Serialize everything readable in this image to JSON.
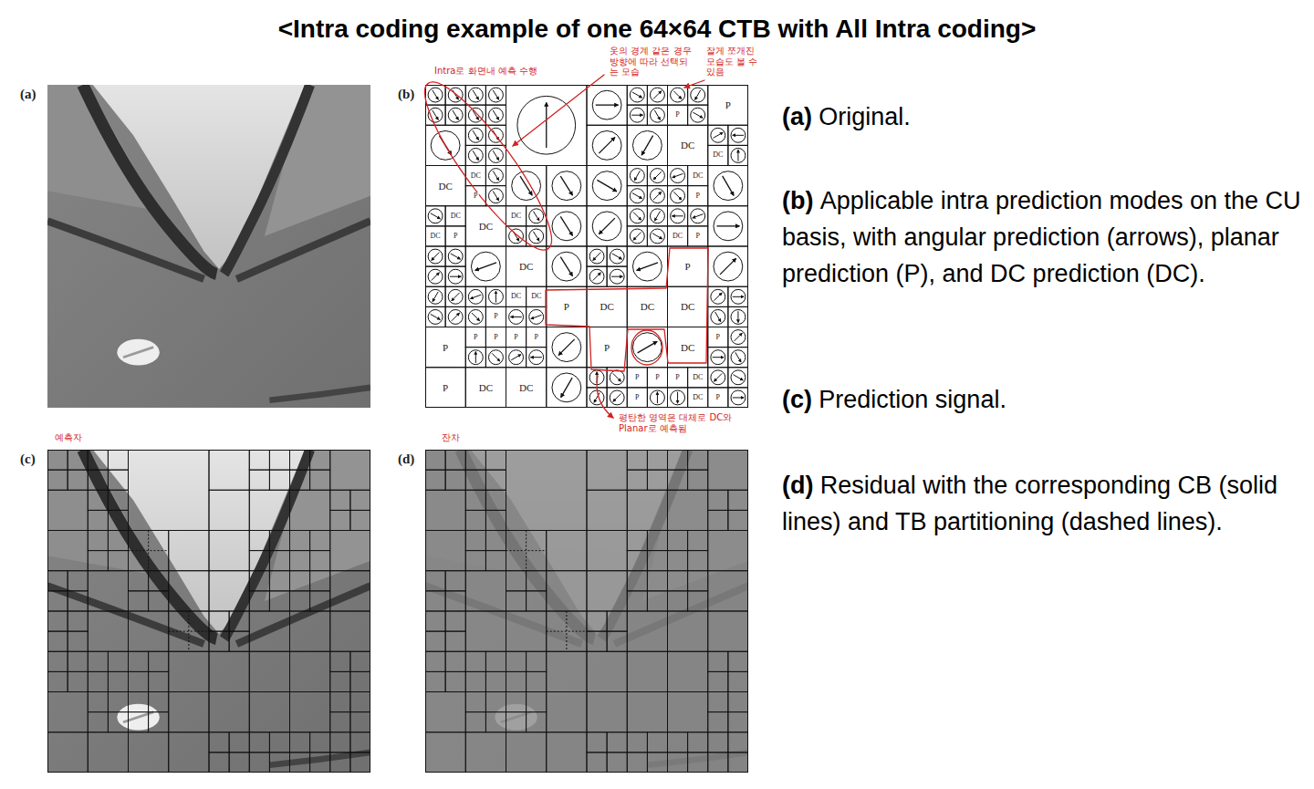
{
  "diagram": {
    "title": "<Intra coding example of one 64×64 CTB with All Intra coding>",
    "labels": [
      "(a)",
      "(b)",
      "(c)",
      "(d)",
      "Intra로 화면내 예측 수행",
      "옷의 경계 같은 경우 방향에 따라 선택되는 모습",
      "잘게 쪼개진 모습도 볼 수 있음",
      "평탄한 영역은 대체로 DC와 Planar로 예측됨",
      "예측자",
      "잔차",
      "(a)",
      "Original.",
      "(b)",
      "Applicable intra prediction modes on the CU basis, with angular prediction (arrows), planar prediction (P), and DC prediction (DC).",
      "(c)",
      "Prediction signal.",
      "(d)",
      "Residual with the corresponding CB (solid lines) and TB partitioning (dashed lines).",
      "P",
      "P",
      "DC",
      "DC",
      "DC",
      "DC",
      "P",
      "DC",
      "P",
      "DC",
      "DC",
      "P",
      "DC",
      "DC",
      "DC",
      "P",
      "DC",
      "P",
      "P",
      "DC",
      "DC",
      "P",
      "DC",
      "DC",
      "DC",
      "P",
      "P",
      "P",
      "P",
      "P",
      "P",
      "DC",
      "P",
      "P",
      "DC",
      "DC",
      "P",
      "P",
      "P",
      "P",
      "DC",
      "DC",
      "P"
    ]
  }
}
